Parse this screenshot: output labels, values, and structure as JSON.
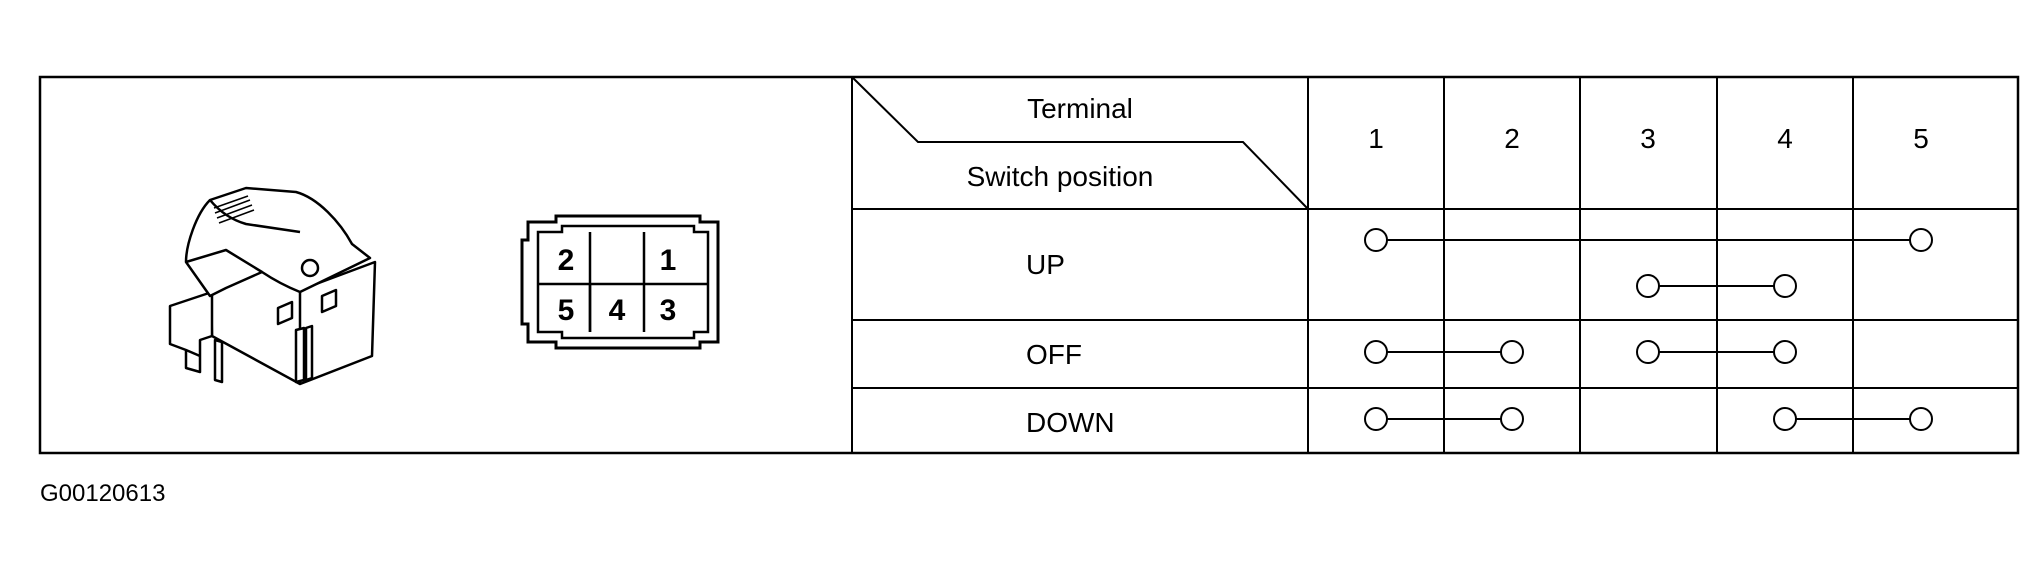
{
  "figure_code": "G00120613",
  "table": {
    "header_top": "Terminal",
    "header_bottom": "Switch position",
    "terminals": [
      "1",
      "2",
      "3",
      "4",
      "5"
    ],
    "rows": [
      {
        "position": "UP",
        "links": [
          [
            1,
            5
          ],
          [
            3,
            4
          ]
        ]
      },
      {
        "position": "OFF",
        "links": [
          [
            1,
            2
          ],
          [
            3,
            4
          ]
        ]
      },
      {
        "position": "DOWN",
        "links": [
          [
            1,
            2
          ],
          [
            4,
            5
          ]
        ]
      }
    ]
  },
  "connector": {
    "labels": [
      "2",
      "1",
      "5",
      "4",
      "3"
    ]
  }
}
